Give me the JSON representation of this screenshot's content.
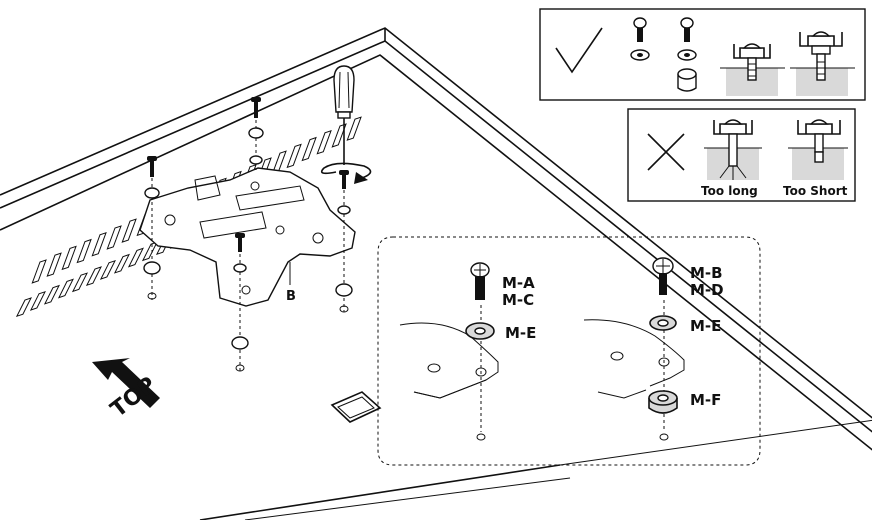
{
  "labels": {
    "bracket": "B",
    "top": "TOP",
    "left_screw": [
      "M-A",
      "M-C"
    ],
    "left_washer": "M-E",
    "right_screw": [
      "M-B",
      "M-D"
    ],
    "right_washer": "M-E",
    "right_spacer": "M-F"
  },
  "incorrect_notes": {
    "too_long": "Too long",
    "too_short": "Too Short"
  },
  "icons": [
    "checkmark-icon",
    "cross-icon",
    "screwdriver-icon",
    "rotate-arrow-icon",
    "direction-arrow-icon"
  ]
}
